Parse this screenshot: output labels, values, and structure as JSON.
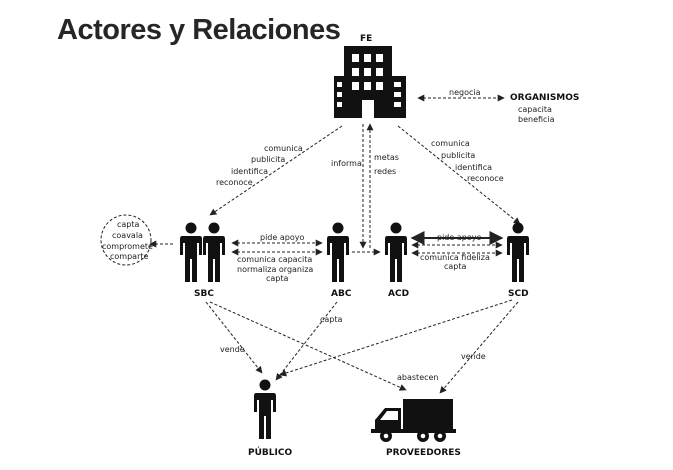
{
  "title": "Actores y Relaciones",
  "nodes": {
    "fe": "FE",
    "organismos": "ORGANISMOS",
    "sbc": "SBC",
    "abc": "ABC",
    "acd": "ACD",
    "scd": "SCD",
    "publico": "PÚBLICO",
    "proveedores": "PROVEEDORES"
  },
  "edge_labels": {
    "fe_organismos": "negocia",
    "organismos_lines": [
      "capacita",
      "beneficia"
    ],
    "fe_sbc": [
      "comunica",
      "publicita",
      "identifica",
      "reconoce"
    ],
    "fe_abc": "informa",
    "fe_acd": [
      "metas",
      "redes"
    ],
    "fe_scd": [
      "comunica",
      "publicita",
      "identifica",
      "reconoce"
    ],
    "sbc_loop": [
      "capta",
      "coavala",
      "compromete",
      "comparte"
    ],
    "sbc_abc_top": "pide apoyo",
    "sbc_abc_bottom": [
      "comunica capacita",
      "normaliza organiza",
      "capta"
    ],
    "acd_scd_top": "pide apoyo",
    "acd_scd_bottom": [
      "comunica fideliza",
      "capta"
    ],
    "abc_publico": "capta",
    "sbc_publico": "vende",
    "to_proveedores": "abastecen",
    "scd_proveedores": "vende"
  },
  "icons": {
    "building": "building-icon",
    "person": "person-icon",
    "truck": "truck-icon"
  }
}
